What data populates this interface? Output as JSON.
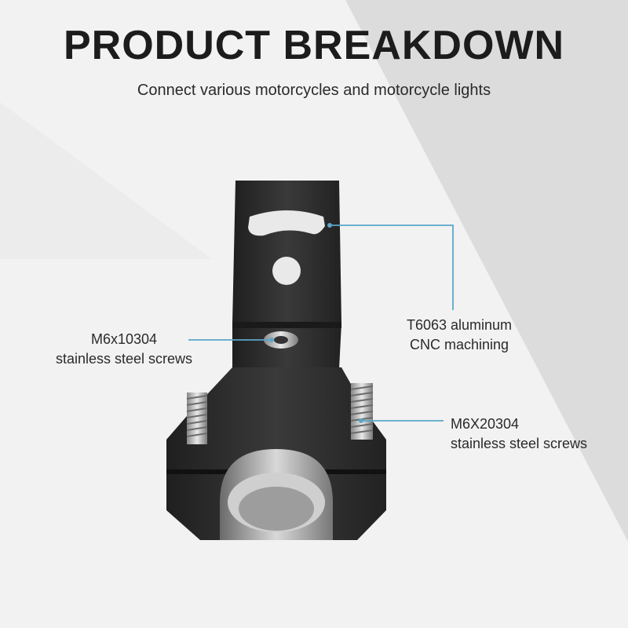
{
  "title": "PRODUCT BREAKDOWN",
  "subtitle": "Connect various motorcycles and motorcycle lights",
  "callouts": {
    "aluminum": [
      "T6063 aluminum",
      "CNC machining"
    ],
    "m6x10": [
      "M6x10304",
      "stainless steel screws"
    ],
    "m6x20": [
      "M6X20304",
      "stainless steel screws"
    ]
  },
  "colors": {
    "background_light": "#f2f2f2",
    "background_dark": "#dcdcdc",
    "callout_line": "#5aa6c9",
    "bracket": "#2b2b2b"
  }
}
